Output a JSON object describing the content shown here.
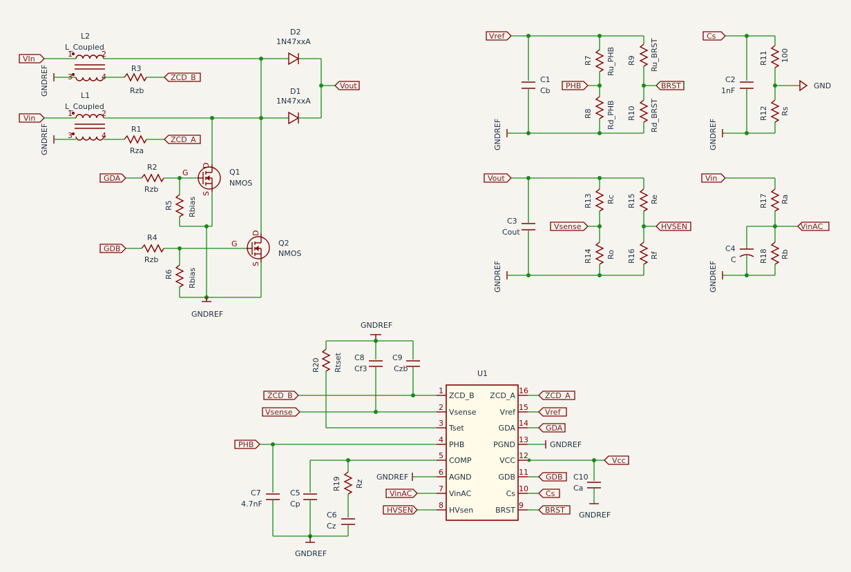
{
  "labels": {
    "vin1": "VIn",
    "vin2": "Vin",
    "vout": "Vout",
    "zcd_b": "ZCD_B",
    "zcd_a": "ZCD_A",
    "gda": "GDA",
    "gdb": "GDB",
    "vref": "Vref",
    "phb": "PHB",
    "brst": "BRST",
    "cs": "Cs",
    "gnd": "GND",
    "vout2": "Vout",
    "vsense": "Vsense",
    "hvsen": "HVSEN",
    "vin3": "Vin",
    "vinac": "VinAC",
    "ic_zcdb": "ZCD_B",
    "ic_vsense": "Vsense",
    "ic_phb": "PHB",
    "ic_vinac": "VinAC",
    "ic_hvsen": "HVSEN",
    "ic_zcda": "ZCD_A",
    "ic_vref": "Vref",
    "ic_gda": "GDA",
    "ic_vcc": "Vcc",
    "ic_gdb": "GDB",
    "ic_cs": "Cs",
    "ic_brst": "BRST"
  },
  "gndref": "GNDREF",
  "parts": {
    "L2": {
      "ref": "L2",
      "val": "L_Coupled"
    },
    "L1": {
      "ref": "L1",
      "val": "L_Coupled"
    },
    "D2": {
      "ref": "D2",
      "val": "1N47xxA"
    },
    "D1": {
      "ref": "D1",
      "val": "1N47xxA"
    },
    "R3": {
      "ref": "R3",
      "val": "Rzb"
    },
    "R1": {
      "ref": "R1",
      "val": "Rza"
    },
    "R2": {
      "ref": "R2",
      "val": "Rzb"
    },
    "R4": {
      "ref": "R4",
      "val": "Rzb"
    },
    "R5": {
      "ref": "R5",
      "val": "Rbias"
    },
    "R6": {
      "ref": "R6",
      "val": "Rbias"
    },
    "Q1": {
      "ref": "Q1",
      "val": "NMOS"
    },
    "Q2": {
      "ref": "Q2",
      "val": "NMOS"
    },
    "C1": {
      "ref": "C1",
      "val": "Cb"
    },
    "R7": {
      "ref": "R7",
      "val": "Ru_PHB"
    },
    "R8": {
      "ref": "R8",
      "val": "Rd_PHB"
    },
    "R9": {
      "ref": "R9",
      "val": "Ru_BRST"
    },
    "R10": {
      "ref": "R10",
      "val": "Rd_BRST"
    },
    "C2": {
      "ref": "C2",
      "val": "1nF"
    },
    "R11": {
      "ref": "R11",
      "val": "100"
    },
    "R12": {
      "ref": "R12",
      "val": "Rs"
    },
    "C3": {
      "ref": "C3",
      "val": "Cout"
    },
    "R13": {
      "ref": "R13",
      "val": "Rc"
    },
    "R14": {
      "ref": "R14",
      "val": "Ro"
    },
    "R15": {
      "ref": "R15",
      "val": "Re"
    },
    "R16": {
      "ref": "R16",
      "val": "Rf"
    },
    "R17": {
      "ref": "R17",
      "val": "Ra"
    },
    "R18": {
      "ref": "R18",
      "val": "Rb"
    },
    "C4": {
      "ref": "C4",
      "val": "C"
    },
    "R20": {
      "ref": "R20",
      "val": "Rtset"
    },
    "C8": {
      "ref": "C8",
      "val": "Cf3"
    },
    "C9": {
      "ref": "C9",
      "val": "Czb"
    },
    "U1": {
      "ref": "U1"
    },
    "C7": {
      "ref": "C7",
      "val": "4.7nF"
    },
    "C5": {
      "ref": "C5",
      "val": "Cp"
    },
    "R19": {
      "ref": "R19",
      "val": "Rz"
    },
    "C6": {
      "ref": "C6",
      "val": "Cz"
    },
    "C10": {
      "ref": "C10",
      "val": "Ca"
    }
  },
  "pins": {
    "g": "G",
    "d": "D",
    "s": "S",
    "n1": "1",
    "n2": "2",
    "n3": "3",
    "n4": "4"
  },
  "ic_left": [
    {
      "num": "1",
      "name": "ZCD_B"
    },
    {
      "num": "2",
      "name": "Vsense"
    },
    {
      "num": "3",
      "name": "Tset"
    },
    {
      "num": "4",
      "name": "PHB"
    },
    {
      "num": "5",
      "name": "COMP"
    },
    {
      "num": "6",
      "name": "AGND"
    },
    {
      "num": "7",
      "name": "VinAC"
    },
    {
      "num": "8",
      "name": "HVsen"
    }
  ],
  "ic_right": [
    {
      "num": "16",
      "name": "ZCD_A"
    },
    {
      "num": "15",
      "name": "Vref"
    },
    {
      "num": "14",
      "name": "GDA"
    },
    {
      "num": "13",
      "name": "PGND"
    },
    {
      "num": "12",
      "name": "VCC"
    },
    {
      "num": "11",
      "name": "GDB"
    },
    {
      "num": "10",
      "name": "Cs"
    },
    {
      "num": "9",
      "name": "BRST"
    }
  ],
  "colors": {
    "wire": "#1a8a1a",
    "part": "#840000",
    "bg": "#f5f4ef"
  }
}
